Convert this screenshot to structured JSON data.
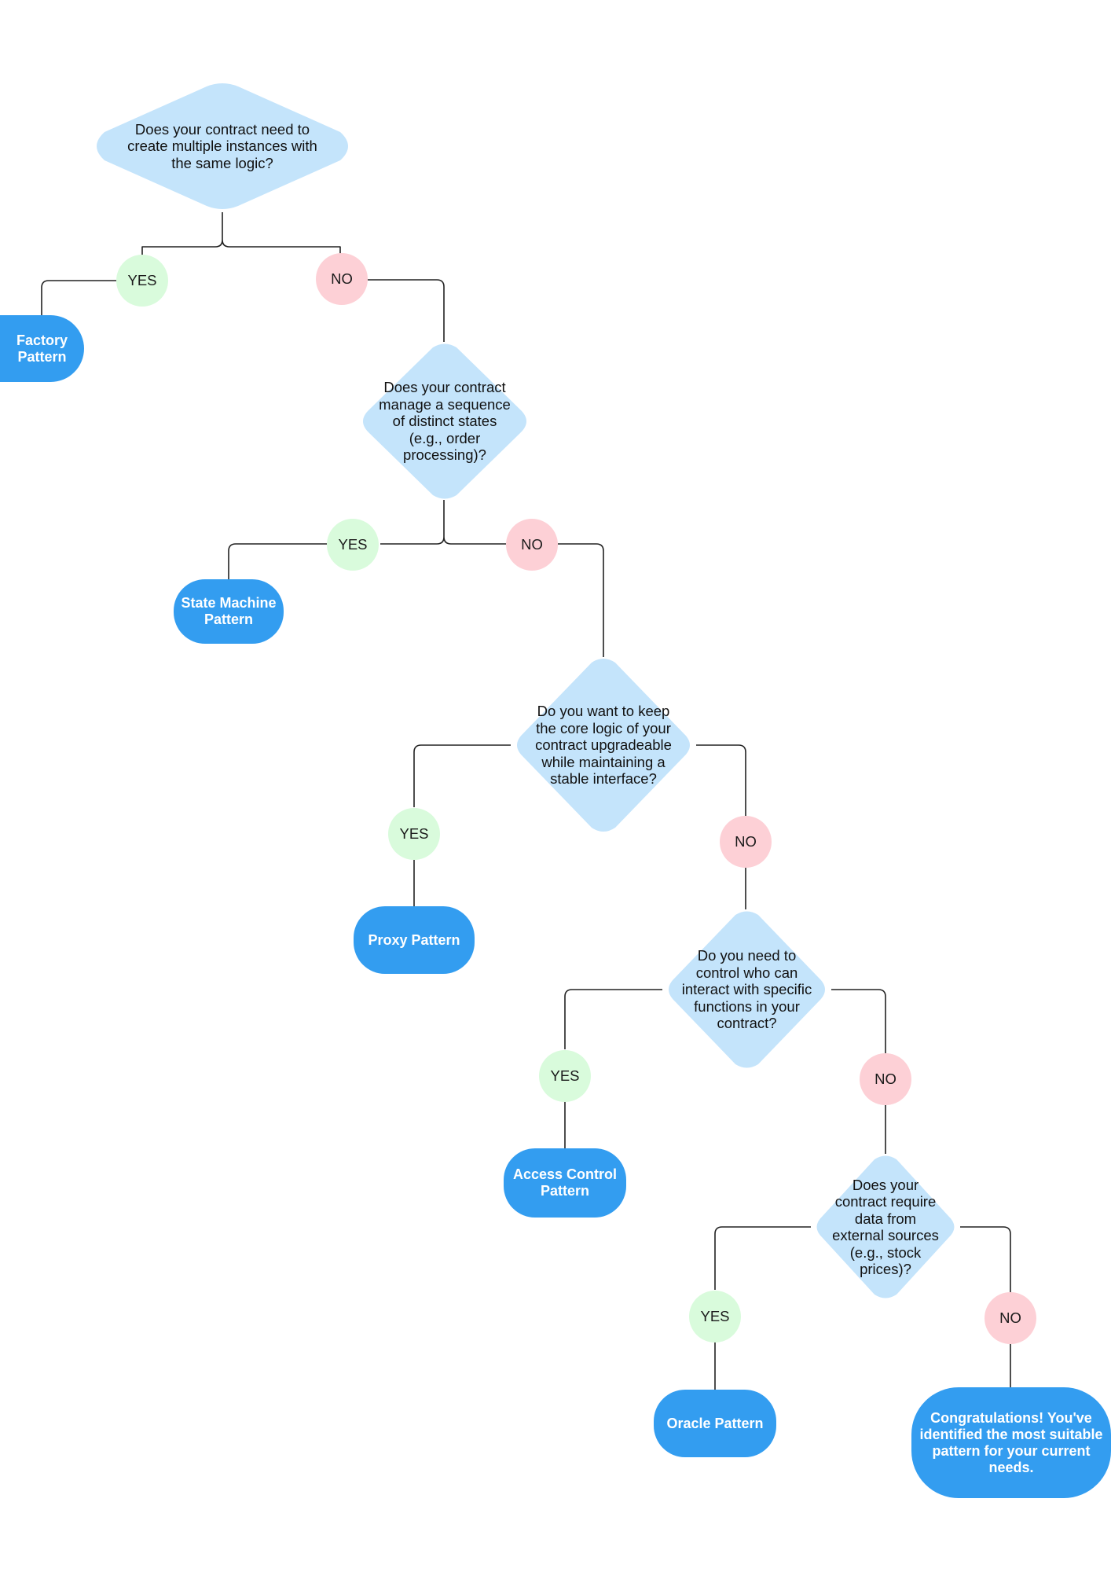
{
  "flowchart": {
    "colors": {
      "decision_fill": "#c4e4fb",
      "terminal_fill": "#339df0",
      "yes_badge": "#d9fbdc",
      "no_badge": "#fdd0d6",
      "connector": "#222222"
    },
    "questions": [
      {
        "id": "q1",
        "text": "Does your contract need to create multiple instances with the same logic?"
      },
      {
        "id": "q2",
        "text": "Does your contract manage a sequence of distinct states (e.g., order processing)?"
      },
      {
        "id": "q3",
        "text": "Do you want to keep the core logic of your contract upgradeable while maintaining a stable interface?"
      },
      {
        "id": "q4",
        "text": "Do you need to control who can interact with specific functions in your contract?"
      },
      {
        "id": "q5",
        "text": "Does your contract require data from external sources (e.g., stock prices)?"
      }
    ],
    "outcomes": [
      {
        "id": "factory",
        "text": "Factory Pattern"
      },
      {
        "id": "state_machine",
        "text": "State Machine Pattern"
      },
      {
        "id": "proxy",
        "text": "Proxy Pattern"
      },
      {
        "id": "access_control",
        "text": "Access Control Pattern"
      },
      {
        "id": "oracle",
        "text": "Oracle Pattern"
      },
      {
        "id": "done",
        "text": "Congratulations! You've identified the most suitable pattern for your current needs."
      }
    ],
    "labels": {
      "yes": "YES",
      "no": "NO"
    }
  }
}
